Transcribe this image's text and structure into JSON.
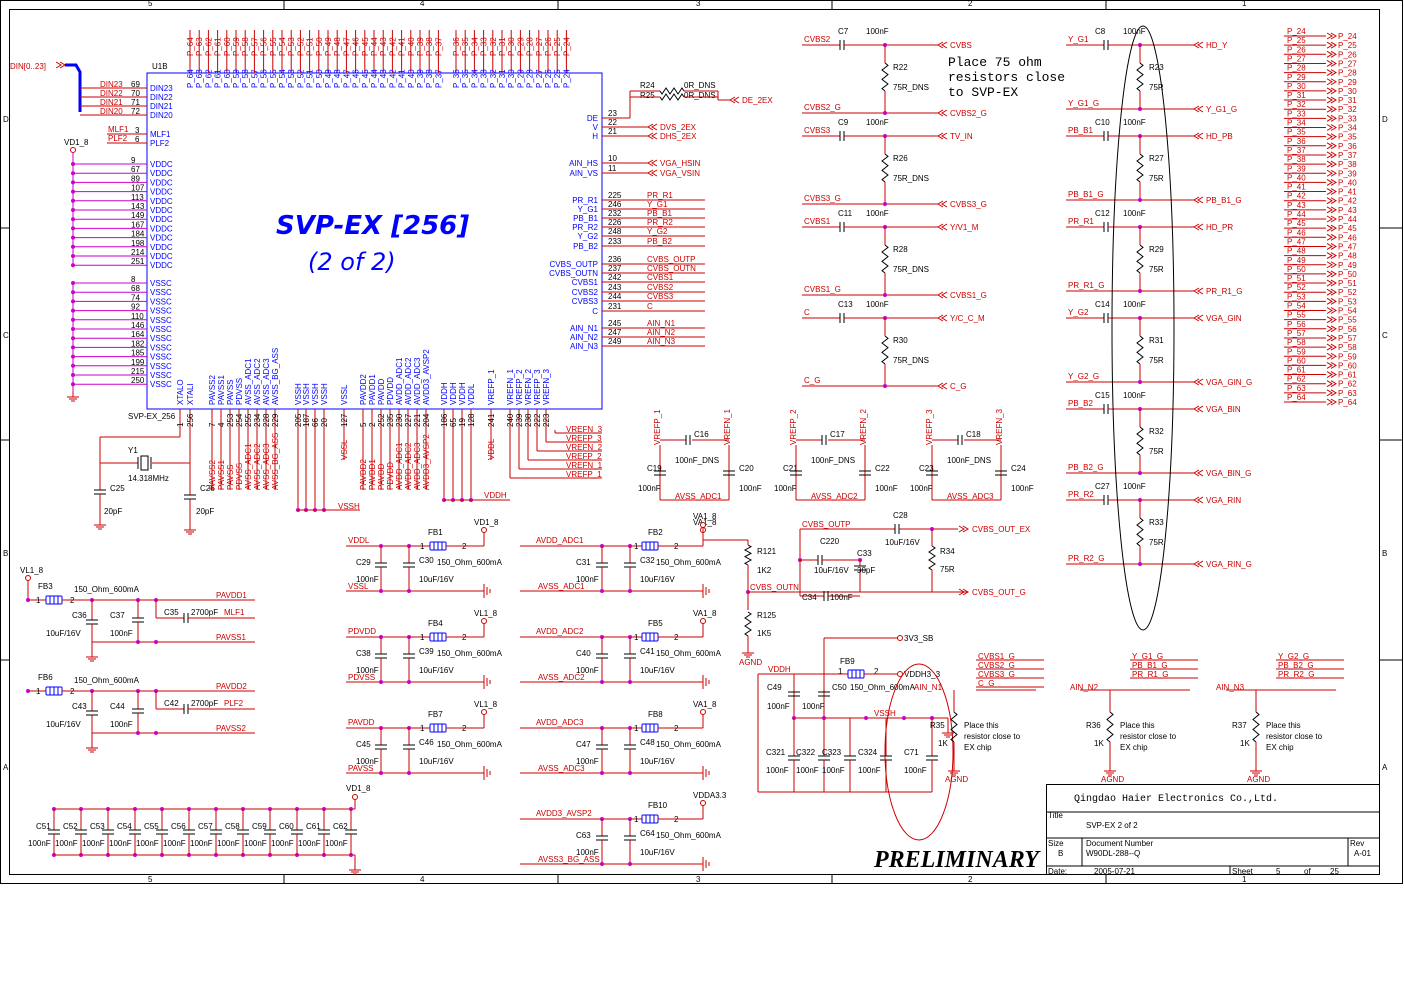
{
  "zones": {
    "top": [
      "5",
      "4",
      "3",
      "2",
      "1"
    ],
    "side": [
      "D",
      "C",
      "B",
      "A"
    ]
  },
  "chip": {
    "ref": "U1B",
    "part": "SVP-EX_256",
    "title": "SVP-EX [256]",
    "subtitle": "(2 of 2)",
    "left_pins": [
      {
        "name": "DIN23",
        "num": "69",
        "net": "DIN23"
      },
      {
        "name": "DIN22",
        "num": "70",
        "net": "DIN22"
      },
      {
        "name": "DIN21",
        "num": "71",
        "net": "DIN21"
      },
      {
        "name": "DIN20",
        "num": "72",
        "net": "DIN20"
      },
      {
        "name": "MLF1",
        "num": "3",
        "net": "MLF1"
      },
      {
        "name": "PLF2",
        "num": "6",
        "net": "PLF2"
      }
    ],
    "vddc_pins": [
      "9",
      "67",
      "89",
      "107",
      "113",
      "143",
      "149",
      "167",
      "184",
      "198",
      "214",
      "251"
    ],
    "vssc_pins": [
      "8",
      "68",
      "74",
      "92",
      "110",
      "146",
      "164",
      "182",
      "185",
      "199",
      "215",
      "250"
    ],
    "top_pins_a": [
      "P_64",
      "P_63",
      "P_62",
      "P_61",
      "P_60",
      "P_59",
      "P_58",
      "P_57",
      "P_56",
      "P_55",
      "P_54",
      "P_53",
      "P_52",
      "P_51",
      "P_50",
      "P_49",
      "P_48",
      "P_47",
      "P_46",
      "P_45",
      "P_44",
      "P_43",
      "P_42",
      "P_41",
      "P_40",
      "P_39",
      "P_38",
      "P_37"
    ],
    "top_pins_b": [
      "P_36",
      "P_35",
      "P_34",
      "P_33",
      "P_32",
      "P_31",
      "P_30",
      "P_29",
      "P_28",
      "P_27",
      "P_26",
      "P_25",
      "P_24"
    ],
    "right_pins": [
      {
        "name": "DE",
        "num": "23"
      },
      {
        "name": "V",
        "num": "22"
      },
      {
        "name": "H",
        "num": "21"
      },
      {
        "name": "AIN_HS",
        "num": "10"
      },
      {
        "name": "AIN_VS",
        "num": "11"
      },
      {
        "name": "PR_R1",
        "num": "225"
      },
      {
        "name": "Y_G1",
        "num": "246"
      },
      {
        "name": "PB_B1",
        "num": "232"
      },
      {
        "name": "PR_R2",
        "num": "226"
      },
      {
        "name": "Y_G2",
        "num": "248"
      },
      {
        "name": "PB_B2",
        "num": "233"
      },
      {
        "name": "CVBS_OUTP",
        "num": "236"
      },
      {
        "name": "CVBS_OUTN",
        "num": "237"
      },
      {
        "name": "CVBS1",
        "num": "242"
      },
      {
        "name": "CVBS2",
        "num": "243"
      },
      {
        "name": "CVBS3",
        "num": "244"
      },
      {
        "name": "C",
        "num": "231"
      },
      {
        "name": "AIN_N1",
        "num": "245"
      },
      {
        "name": "AIN_N2",
        "num": "247"
      },
      {
        "name": "AIN_N3",
        "num": "249"
      }
    ],
    "right_nets": [
      "PR_R1",
      "Y_G1",
      "PB_B1",
      "PR_R2",
      "Y_G2",
      "PB_B2",
      "CVBS_OUTP",
      "CVBS_OUTN",
      "CVBS1",
      "CVBS2",
      "CVBS3",
      "C",
      "AIN_N1",
      "AIN_N2",
      "AIN_N3"
    ],
    "bottom_pins": [
      {
        "name": "XTALO",
        "num": "1"
      },
      {
        "name": "XTALI",
        "num": "256"
      },
      {
        "name": "PAVSS2",
        "num": "7"
      },
      {
        "name": "PAVSS1",
        "num": "4"
      },
      {
        "name": "PAVSS",
        "num": "253"
      },
      {
        "name": "PDVSS",
        "num": "254"
      },
      {
        "name": "AVSS_ADC1",
        "num": "255"
      },
      {
        "name": "AVSS_ADC2",
        "num": "234"
      },
      {
        "name": "AVSS_ADC3",
        "num": "228"
      },
      {
        "name": "AVSS_BG_ASS",
        "num": "229"
      },
      {
        "name": "VSSH",
        "num": "205"
      },
      {
        "name": "VSSH",
        "num": "187"
      },
      {
        "name": "VSSH",
        "num": "66"
      },
      {
        "name": "VSSH",
        "num": "20"
      },
      {
        "name": "VSSL",
        "num": "127"
      },
      {
        "name": "PAVDD2",
        "num": "5"
      },
      {
        "name": "PAVDD1",
        "num": "2"
      },
      {
        "name": "PAVDD",
        "num": "252"
      },
      {
        "name": "PDVDD",
        "num": "235"
      },
      {
        "name": "AVDD_ADC1",
        "num": "230"
      },
      {
        "name": "AVDD_ADC2",
        "num": "227"
      },
      {
        "name": "AVDD_ADC3",
        "num": "221"
      },
      {
        "name": "AVDD3_AVSP2",
        "num": "204"
      },
      {
        "name": "VDDH",
        "num": "186"
      },
      {
        "name": "VDDH",
        "num": "65"
      },
      {
        "name": "VDDH",
        "num": "19"
      },
      {
        "name": "VDDL",
        "num": "128"
      },
      {
        "name": "VREFP_1",
        "num": "241"
      },
      {
        "name": "VREFN_1",
        "num": "240"
      },
      {
        "name": "VREFP_2",
        "num": "239"
      },
      {
        "name": "VREFN_2",
        "num": "238"
      },
      {
        "name": "VREFP_3",
        "num": "222"
      },
      {
        "name": "VREFN_3",
        "num": "223"
      }
    ],
    "vref_nets": [
      "VREFN_3",
      "VREFP_3",
      "VREFN_2",
      "VREFP_2",
      "VREFN_1",
      "VREFP_1"
    ]
  },
  "nets": {
    "din_bus": "DIN[0..23]",
    "vd1_8": "VD1_8",
    "vdde_out": "DE_2EX",
    "dvs": "DVS_2EX",
    "dhs": "DHS_2EX",
    "vga_hsin": "VGA_HSIN",
    "vga_vsin": "VGA_VSIN",
    "r24": {
      "ref": "R24",
      "val": "0R_DNS"
    },
    "r25": {
      "ref": "R25",
      "val": "0R_DNS"
    },
    "vssh": "VSSH",
    "vddh": "VDDH",
    "vddl": "VDDL",
    "vssl": "VSSL",
    "crystal": {
      "ref": "Y1",
      "val": "14.318MHz"
    },
    "c25": {
      "ref": "C25",
      "val": "20pF"
    },
    "c26": {
      "ref": "C26",
      "val": "20pF"
    }
  },
  "vref_groups": [
    {
      "p": "VREFP_1",
      "n": "VREFN_1",
      "cap": "C16",
      "capv": "100nF_DNS",
      "c1": "C19",
      "c2": "C20",
      "v": "100nF",
      "gnd": "AVSS_ADC1"
    },
    {
      "p": "VREFP_2",
      "n": "VREFN_2",
      "cap": "C17",
      "capv": "100nF_DNS",
      "c1": "C21",
      "c2": "C22",
      "v": "100nF",
      "gnd": "AVSS_ADC2"
    },
    {
      "p": "VREFP_3",
      "n": "VREFN_3",
      "cap": "C18",
      "capv": "100nF_DNS",
      "c1": "C23",
      "c2": "C24",
      "v": "100nF",
      "gnd": "AVSS_ADC3"
    }
  ],
  "power_filters_left": [
    {
      "in": "VL1_8",
      "fb": "FB3",
      "fbv": "150_Ohm_600mA",
      "out": "PAVDD1",
      "c_big": "C36",
      "c_bigv": "10uF/16V",
      "c_small": "C37",
      "c_smallv": "100nF",
      "c_plf": "C35",
      "c_plfv": "2700pF",
      "plf": "MLF1",
      "gnd": "PAVSS1"
    },
    {
      "in": "",
      "fb": "FB6",
      "fbv": "150_Ohm_600mA",
      "out": "PAVDD2",
      "c_big": "C43",
      "c_bigv": "10uF/16V",
      "c_small": "C44",
      "c_smallv": "100nF",
      "c_plf": "C42",
      "c_plfv": "2700pF",
      "plf": "PLF2",
      "gnd": "PAVSS2"
    }
  ],
  "power_filters_mid": [
    {
      "vdd": "VDDL",
      "vss": "VSSL",
      "fb": "FB1",
      "fbv": "150_Ohm_600mA",
      "src": "VD1_8",
      "c1": "C29",
      "c2": "C30",
      "v1": "100nF",
      "v2": "10uF/16V"
    },
    {
      "vdd": "PDVDD",
      "vss": "PDVSS",
      "fb": "FB4",
      "fbv": "150_Ohm_600mA",
      "src": "VL1_8",
      "c1": "C38",
      "c2": "C39",
      "v1": "100nF",
      "v2": "10uF/16V"
    },
    {
      "vdd": "PAVDD",
      "vss": "PAVSS",
      "fb": "FB7",
      "fbv": "150_Ohm_600mA",
      "src": "VL1_8",
      "c1": "C45",
      "c2": "C46",
      "v1": "100nF",
      "v2": "10uF/16V"
    }
  ],
  "power_filters_adc": [
    {
      "vdd": "AVDD_ADC1",
      "vss": "AVSS_ADC1",
      "fb": "FB2",
      "fbv": "150_Ohm_600mA",
      "src": "VA1_8",
      "c1": "C31",
      "c2": "C32",
      "v1": "100nF",
      "v2": "10uF/16V"
    },
    {
      "vdd": "AVDD_ADC2",
      "vss": "AVSS_ADC2",
      "fb": "FB5",
      "fbv": "150_Ohm_600mA",
      "src": "VA1_8",
      "c1": "C40",
      "c2": "C41",
      "v1": "100nF",
      "v2": "10uF/16V"
    },
    {
      "vdd": "AVDD_ADC3",
      "vss": "AVSS_ADC3",
      "fb": "FB8",
      "fbv": "150_Ohm_600mA",
      "src": "VA1_8",
      "c1": "C47",
      "c2": "C48",
      "v1": "100nF",
      "v2": "10uF/16V"
    },
    {
      "vdd": "AVDD3_AVSP2",
      "vss": "AVSS3_BG_ASS",
      "fb": "FB10",
      "fbv": "150_Ohm_600mA",
      "src": "VDDA3.3",
      "c1": "C63",
      "c2": "C64",
      "v1": "100nF",
      "v2": "10uF/16V"
    }
  ],
  "decoupling_bank": {
    "src": "VD1_8",
    "caps": [
      "C51",
      "C52",
      "C53",
      "C54",
      "C55",
      "C56",
      "C57",
      "C58",
      "C59",
      "C60",
      "C61",
      "C62"
    ],
    "val": "100nF"
  },
  "cvbs_out": {
    "va": "VA1_8",
    "r121": "R121",
    "r121v": "1K2",
    "r125": "R125",
    "r125v": "1K5",
    "outp": "CVBS_OUTP",
    "outn": "CVBS_OUTN",
    "c28": "C28",
    "c28v": "10uF/16V",
    "c220": "C220",
    "c220v": "10uF/16V",
    "c33": "C33",
    "c33v": "30pF",
    "c34": "C34",
    "c34v": "100nF",
    "r34": "R34",
    "r34v": "75R",
    "out_ex": "CVBS_OUT_EX",
    "out_g": "CVBS_OUT_G",
    "agnd": "AGND"
  },
  "vddh_bank": {
    "vddh": "VDDH",
    "fb": "FB9",
    "fbv": "150_Ohm_600mA",
    "src": "3V3_SB",
    "out": "VDDH3_3",
    "vssh": "VSSH",
    "c49": "C49",
    "c50": "C50",
    "c50v": "150_Ohm_600mA",
    "caps": [
      "C321",
      "C322",
      "C323",
      "C324",
      "C71"
    ],
    "val": "100nF"
  },
  "video_inputs": [
    {
      "net": "CVBS2",
      "cap": "C7",
      "capv": "100nF",
      "conn": "CVBS",
      "res": "R22",
      "resv": "75R_DNS",
      "gnet": "CVBS2_G",
      "gconn": "CVBS2_G"
    },
    {
      "net": "CVBS3",
      "cap": "C9",
      "capv": "100nF",
      "conn": "TV_IN",
      "res": "R26",
      "resv": "75R_DNS",
      "gnet": "CVBS3_G",
      "gconn": "CVBS3_G"
    },
    {
      "net": "CVBS1",
      "cap": "C11",
      "capv": "100nF",
      "conn": "Y/V1_M",
      "res": "R28",
      "resv": "75R_DNS",
      "gnet": "CVBS1_G",
      "gconn": "CVBS1_G"
    },
    {
      "net": "C",
      "cap": "C13",
      "capv": "100nF",
      "conn": "Y/C_C_M",
      "res": "R30",
      "resv": "75R_DNS",
      "gnet": "C_G",
      "gconn": "C_G"
    }
  ],
  "note75": "Place 75 ohm\nresistors close\nto SVP-EX",
  "comp_inputs": [
    {
      "net": "Y_G1",
      "cap": "C8",
      "capv": "100nF",
      "conn": "HD_Y",
      "res": "R23",
      "resv": "75R",
      "gnet": "Y_G1_G",
      "gconn": "Y_G1_G"
    },
    {
      "net": "PB_B1",
      "cap": "C10",
      "capv": "100nF",
      "conn": "HD_PB",
      "res": "R27",
      "resv": "75R",
      "gnet": "PB_B1_G",
      "gconn": "PB_B1_G"
    },
    {
      "net": "PR_R1",
      "cap": "C12",
      "capv": "100nF",
      "conn": "HD_PR",
      "res": "R29",
      "resv": "75R",
      "gnet": "PR_R1_G",
      "gconn": "PR_R1_G"
    },
    {
      "net": "Y_G2",
      "cap": "C14",
      "capv": "100nF",
      "conn": "VGA_GIN",
      "res": "R31",
      "resv": "75R",
      "gnet": "Y_G2_G",
      "gconn": "VGA_GIN_G"
    },
    {
      "net": "PB_B2",
      "cap": "C15",
      "capv": "100nF",
      "conn": "VGA_BIN",
      "res": "R32",
      "resv": "75R",
      "gnet": "PB_B2_G",
      "gconn": "VGA_BIN_G"
    },
    {
      "net": "PR_R2",
      "cap": "C27",
      "capv": "100nF",
      "conn": "VGA_RIN",
      "res": "R33",
      "resv": "75R",
      "gnet": "PR_R2_G",
      "gconn": "VGA_RIN_G"
    }
  ],
  "p_bus": [
    "P_24",
    "P_25",
    "P_26",
    "P_27",
    "P_28",
    "P_29",
    "P_30",
    "P_31",
    "P_32",
    "P_33",
    "P_34",
    "P_35",
    "P_36",
    "P_37",
    "P_38",
    "P_39",
    "P_40",
    "P_41",
    "P_42",
    "P_43",
    "P_44",
    "P_45",
    "P_46",
    "P_47",
    "P_48",
    "P_49",
    "P_50",
    "P_51",
    "P_52",
    "P_53",
    "P_54",
    "P_55",
    "P_56",
    "P_57",
    "P_58",
    "P_59",
    "P_60",
    "P_61",
    "P_62",
    "P_63",
    "P_64"
  ],
  "ain_groups": [
    {
      "nets": [
        "CVBS1_G",
        "CVBS2_G",
        "CVBS3_G",
        "C_G"
      ],
      "ain": "AIN_N1",
      "res": "R35",
      "resv": "1K",
      "note": "Place this\nresistor close to\nEX chip",
      "gnd": "AGND"
    },
    {
      "nets": [
        "Y_G1_G",
        "PB_B1_G",
        "PR_R1_G"
      ],
      "ain": "AIN_N2",
      "res": "R36",
      "resv": "1K",
      "note": "Place this\nresistor close to\nEX chip",
      "gnd": "AGND"
    },
    {
      "nets": [
        "Y_G2_G",
        "PB_B2_G",
        "PR_R2_G"
      ],
      "ain": "AIN_N3",
      "res": "R37",
      "resv": "1K",
      "note": "Place this\nresistor close to\nEX chip",
      "gnd": "AGND"
    }
  ],
  "title_block": {
    "company": "Qingdao Haier Electronics Co.,Ltd.",
    "title_label": "Title",
    "title": "SVP-EX 2 of 2",
    "size_label": "Size",
    "size": "B",
    "docnum_label": "Document Number",
    "docnum": "W90DL-288--Q",
    "rev_label": "Rev",
    "rev": "A-01",
    "date_label": "Date:",
    "date": "2005-07-21",
    "sheet_label": "Sheet",
    "sheet": "5",
    "of_label": "of",
    "total": "25"
  },
  "stamp": "PRELIMINARY"
}
